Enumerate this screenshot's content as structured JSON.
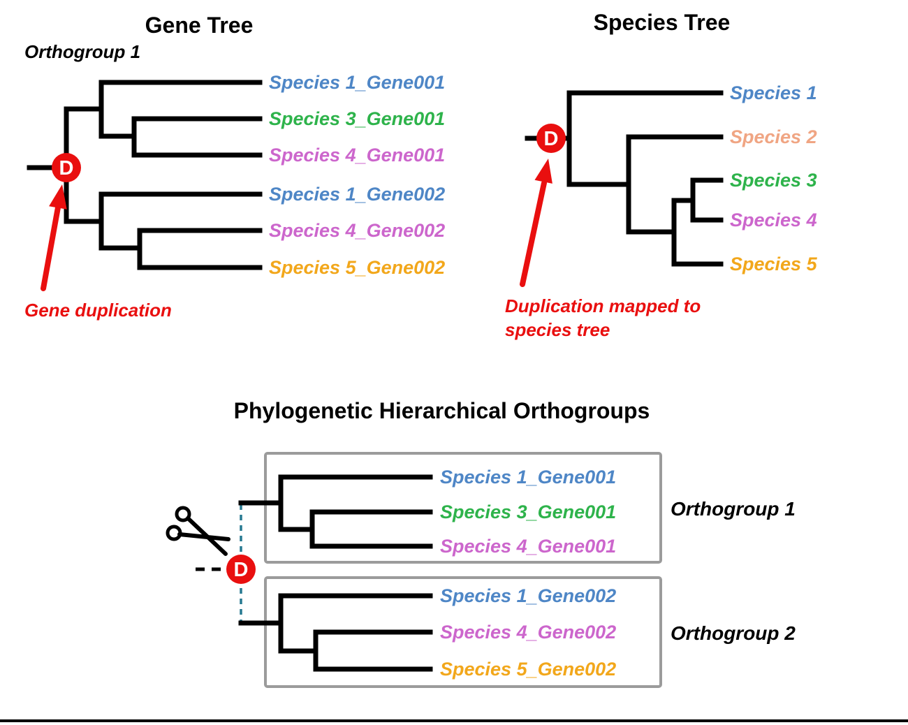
{
  "colors": {
    "species1_blue": "#4E86C6",
    "species2_salmon": "#F0A583",
    "species3_green": "#2EB34B",
    "species4_violet": "#CC66CC",
    "species5_orange": "#F2A71B",
    "duplication_red": "#E90F0F",
    "tree_black": "#000000",
    "box_gray": "#9B9B9B",
    "dashed_teal": "#267991"
  },
  "gene_tree": {
    "title": "Gene Tree",
    "orthogroup_label": "Orthogroup 1",
    "duplication_symbol": "D",
    "annotation": "Gene duplication",
    "tips": [
      {
        "label": "Species 1_Gene001",
        "color": "#4E86C6"
      },
      {
        "label": "Species 3_Gene001",
        "color": "#2EB34B"
      },
      {
        "label": "Species 4_Gene001",
        "color": "#CC66CC"
      },
      {
        "label": "Species 1_Gene002",
        "color": "#4E86C6"
      },
      {
        "label": "Species 4_Gene002",
        "color": "#CC66CC"
      },
      {
        "label": "Species 5_Gene002",
        "color": "#F2A71B"
      }
    ]
  },
  "species_tree": {
    "title": "Species Tree",
    "duplication_symbol": "D",
    "annotation_line1": "Duplication mapped to",
    "annotation_line2": "species tree",
    "tips": [
      {
        "label": "Species 1",
        "color": "#4E86C6"
      },
      {
        "label": "Species 2",
        "color": "#F0A583"
      },
      {
        "label": "Species 3",
        "color": "#2EB34B"
      },
      {
        "label": "Species 4",
        "color": "#CC66CC"
      },
      {
        "label": "Species 5",
        "color": "#F2A71B"
      }
    ]
  },
  "orthogroups": {
    "title": "Phylogenetic Hierarchical Orthogroups",
    "duplication_symbol": "D",
    "groups": [
      {
        "label": "Orthogroup 1",
        "tips": [
          {
            "label": "Species 1_Gene001",
            "color": "#4E86C6"
          },
          {
            "label": "Species 3_Gene001",
            "color": "#2EB34B"
          },
          {
            "label": "Species 4_Gene001",
            "color": "#CC66CC"
          }
        ]
      },
      {
        "label": "Orthogroup 2",
        "tips": [
          {
            "label": "Species 1_Gene002",
            "color": "#4E86C6"
          },
          {
            "label": "Species 4_Gene002",
            "color": "#CC66CC"
          },
          {
            "label": "Species 5_Gene002",
            "color": "#F2A71B"
          }
        ]
      }
    ]
  }
}
